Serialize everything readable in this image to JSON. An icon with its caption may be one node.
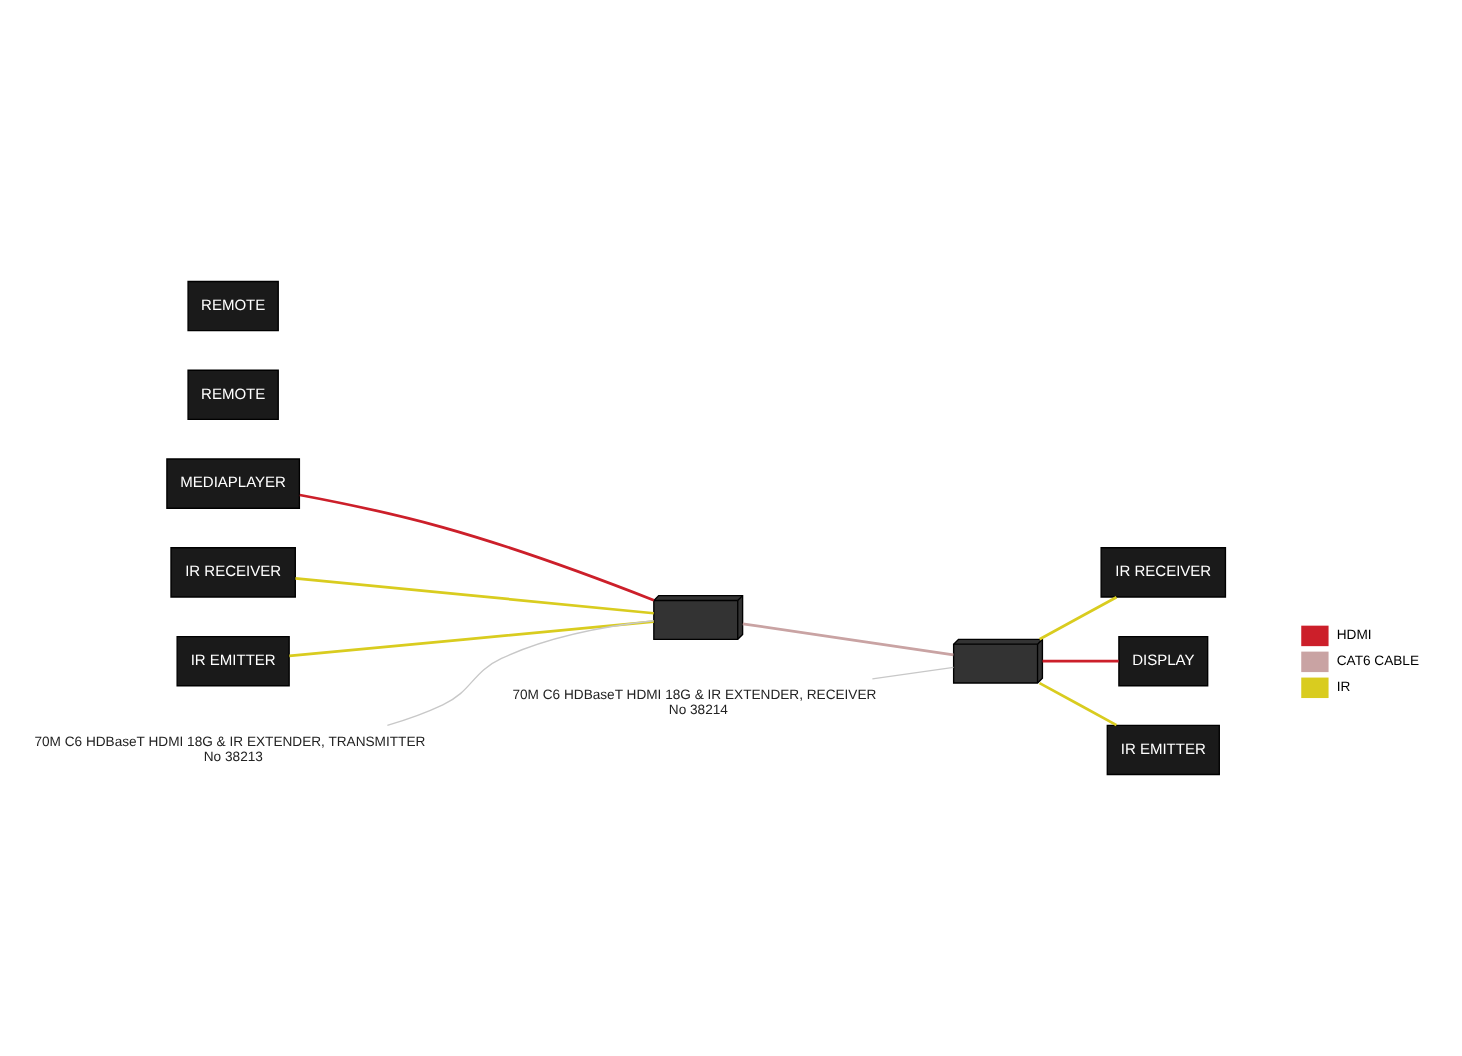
{
  "diagram": {
    "nodes": [
      {
        "text": [
          "MEDIAPLAYER"
        ]
      },
      {
        "text": [],
        "shape": "box"
      },
      {
        "text": [
          "IR RECEIVER"
        ]
      },
      {
        "text": [
          "REMOTE"
        ]
      },
      {
        "text": [
          "IR EMITTER"
        ]
      },
      {
        "text": [],
        "shape": "box"
      },
      {
        "text": [
          "IR RECEIVER"
        ]
      },
      {
        "text": [
          "REMOTE"
        ]
      },
      {
        "text": [
          "DISPLAY"
        ]
      },
      {
        "text": [
          "IR EMITTER"
        ]
      },
      {
        "text": [
          "70M C6 HDBaseT HDMI 18G & IR EXTENDER, TRANSMITTER",
          "No 38213"
        ]
      },
      {
        "text": [
          "70M C6 HDBaseT HDMI 18G & IR EXTENDER, RECEIVER",
          "No 38214"
        ]
      }
    ],
    "edges": [
      {
        "from": 0,
        "to": 1,
        "arrow": "none",
        "color": "#cc1f2a"
      },
      {
        "from": 2,
        "to": 1,
        "arrow": "none"
      },
      {
        "from": 4,
        "to": 1,
        "arrow": "none"
      },
      {
        "from": 1,
        "to": 5,
        "arrow": "none",
        "color": "#c9a3a3"
      },
      {
        "from": 5,
        "to": 6,
        "arrow": "none"
      },
      {
        "from": 5,
        "to": 8,
        "arrow": "none",
        "color": "#cc1f2a"
      },
      {
        "from": 5,
        "to": 9,
        "arrow": "none"
      },
      {
        "from": 10,
        "to": 1,
        "arrow": "none",
        "color": "#c8c8c8"
      },
      {
        "from": 11,
        "to": 5,
        "arrow": "none",
        "color": "#c8c8c8"
      }
    ],
    "legend": [
      {
        "text": "HDMI",
        "color": "#cc1f2a"
      },
      {
        "text": "CAT6 CABLE",
        "color": "#c9a3a3"
      },
      {
        "text": "IR",
        "color": "#d9cc1f"
      }
    ]
  }
}
